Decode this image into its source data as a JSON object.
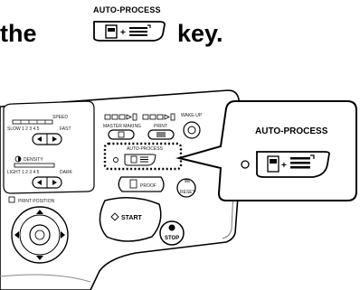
{
  "heading": {
    "prefix": "the",
    "suffix": "key.",
    "key_title": "AUTO-PROCESS"
  },
  "panel": {
    "speed_label": "SPEED",
    "slow_label": "SLOW",
    "speed_levels": "1 2 3 4 5",
    "fast_label": "FAST",
    "density_label": "DENSITY",
    "light_label": "LIGHT",
    "density_levels": "1 2 3 4 5",
    "dark_label": "DARK",
    "print_position_label": "PRINT POSITION",
    "master_making_label": "MASTER MAKING",
    "print_label": "PRINT",
    "wakeup_label": "WAKE-UP",
    "auto_process_label": "AUTO-PROCESS",
    "proof_label": "PROOF",
    "reset_label": "RESET",
    "start_label": "START",
    "stop_label": "STOP"
  },
  "callout": {
    "title": "AUTO-PROCESS"
  },
  "icons": [
    "master-icon",
    "plus-icon",
    "print-lines-icon",
    "arrow-left-icon",
    "arrow-right-icon",
    "wakeup-icon",
    "proof-icon",
    "reset-icon",
    "stop-icon",
    "start-diamond-icon",
    "print-position-icon"
  ]
}
